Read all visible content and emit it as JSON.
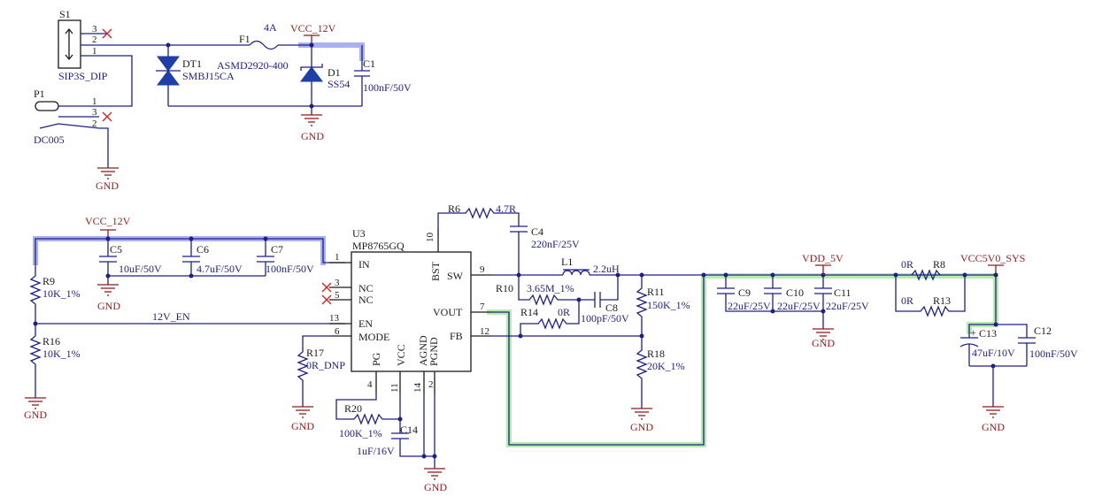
{
  "switch_block": {
    "s1_ref": "S1",
    "s1_value": "SIP3S_DIP",
    "p1_ref": "P1",
    "p1_value": "DC005",
    "pins_s1": [
      "3",
      "2",
      "1"
    ],
    "pins_p1": [
      "1",
      "3",
      "2"
    ],
    "f1_ref": "F1",
    "f1_rating": "4A",
    "f1_value": "ASMD2920-400",
    "dt1_ref": "DT1",
    "dt1_value": "SMBJ15CA",
    "d1_ref": "D1",
    "d1_value": "SS54",
    "c1_ref": "C1",
    "c1_value": "100nF/50V",
    "net_vcc12": "VCC_12V",
    "gnd1": "GND",
    "gnd2": "GND"
  },
  "input_block": {
    "net_vcc12": "VCC_12V",
    "c5_ref": "C5",
    "c5_value": "10uF/50V",
    "c6_ref": "C6",
    "c6_value": "4.7uF/50V",
    "c7_ref": "C7",
    "c7_value": "100nF/50V",
    "r9_ref": "R9",
    "r9_value": "10K_1%",
    "r16_ref": "R16",
    "r16_value": "10K_1%",
    "net_12v_en": "12V_EN",
    "gnd_c": "GND",
    "gnd_r": "GND"
  },
  "ic": {
    "ref": "U3",
    "part": "MP8765GQ",
    "pins": {
      "in": "IN",
      "nc1": "NC",
      "nc2": "NC",
      "en": "EN",
      "mode": "MODE",
      "bst": "BST",
      "sw": "SW",
      "vout": "VOUT",
      "fb": "FB",
      "pg": "PG",
      "vcc": "VCC",
      "agnd": "AGND",
      "pgnd": "PGND"
    },
    "pin_numbers": {
      "in": "1",
      "nc1": "3",
      "nc2": "5",
      "en": "13",
      "mode": "6",
      "bst": "10",
      "sw": "9",
      "vout": "7",
      "fb": "12",
      "pg": "4",
      "vcc": "11",
      "agnd": "14",
      "pgnd": "2"
    }
  },
  "misc_block": {
    "r17_ref": "R17",
    "r17_value": "0R_DNP",
    "r20_ref": "R20",
    "r20_value": "100K_1%",
    "c14_ref": "C14",
    "c14_value": "1uF/16V",
    "gnd_r17": "GND",
    "gnd_ic": "GND"
  },
  "output_block": {
    "r6_ref": "R6",
    "r6_value": "4.7R",
    "c4_ref": "C4",
    "c4_value": "220nF/25V",
    "l1_ref": "L1",
    "l1_value": "2.2uH",
    "r10_ref": "R10",
    "r10_value": "3.65M_1%",
    "c8_ref": "C8",
    "c8_value": "100pF/50V",
    "r14_ref": "R14",
    "r14_value": "0R",
    "r11_ref": "R11",
    "r11_value": "150K_1%",
    "r18_ref": "R18",
    "r18_value": "20K_1%",
    "gnd_fb": "GND",
    "c9_ref": "C9",
    "c9_value": "22uF/25V",
    "c10_ref": "C10",
    "c10_value": "22uF/25V",
    "c11_ref": "C11",
    "c11_value": "22uF/25V",
    "net_vdd5": "VDD_5V",
    "gnd_out": "GND",
    "r8_ref": "R8",
    "r8_value": "0R",
    "r13_ref": "R13",
    "r13_value": "0R",
    "net_vcc5sys": "VCC5V0_SYS",
    "c13_ref": "C13",
    "c13_value": "47uF/10V",
    "c12_ref": "C12",
    "c12_value": "100nF/50V",
    "gnd_sys": "GND",
    "plus": "+"
  },
  "colors": {
    "wire": "#1f1f8a",
    "net_label": "#9b1c1c",
    "highlight_blue": "#aab1f0",
    "highlight_green": "#b7ecae",
    "nc_mark": "#d42020",
    "diode_fill": "#1e3ea8"
  }
}
